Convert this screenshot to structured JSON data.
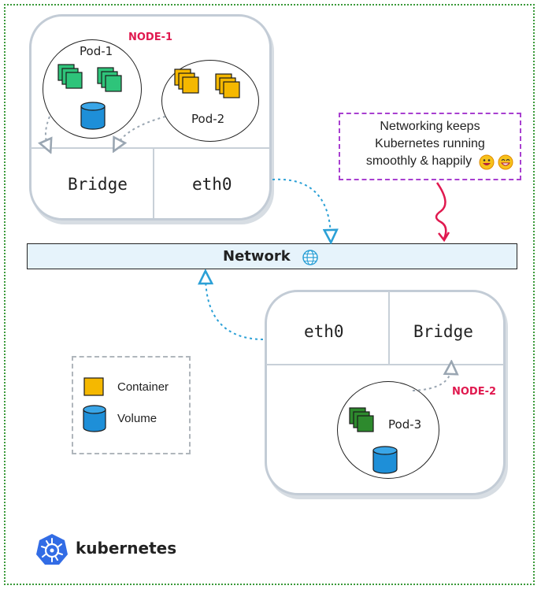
{
  "node1": {
    "label": "NODE-1",
    "bridge_label": "Bridge",
    "eth_label": "eth0"
  },
  "node2": {
    "label": "NODE-2",
    "bridge_label": "Bridge",
    "eth_label": "eth0"
  },
  "pods": {
    "pod1": "Pod-1",
    "pod2": "Pod-2",
    "pod3": "Pod-3"
  },
  "network": {
    "label": "Network",
    "icon": "globe-icon"
  },
  "legend": {
    "container_label": "Container",
    "volume_label": "Volume"
  },
  "note": {
    "lines": [
      "Networking keeps",
      "Kubernetes running",
      "smoothly & happily"
    ],
    "emoji_icons": [
      "grinning-face-icon",
      "beaming-face-icon"
    ]
  },
  "brand": {
    "name": "kubernetes",
    "logo": "kubernetes-helm-icon"
  },
  "colors": {
    "node_label": "#e0194f",
    "container_green": "#2ec47a",
    "container_yellow": "#f5b800",
    "container_dark_green": "#2d8a2d",
    "volume_blue": "#1e8fd8",
    "network_fill": "#e6f3fb",
    "link_blue": "#2ba0d6",
    "note_border": "#a83fd0",
    "arrow_pink": "#e0194f",
    "frame_green": "#3a9a3a"
  }
}
